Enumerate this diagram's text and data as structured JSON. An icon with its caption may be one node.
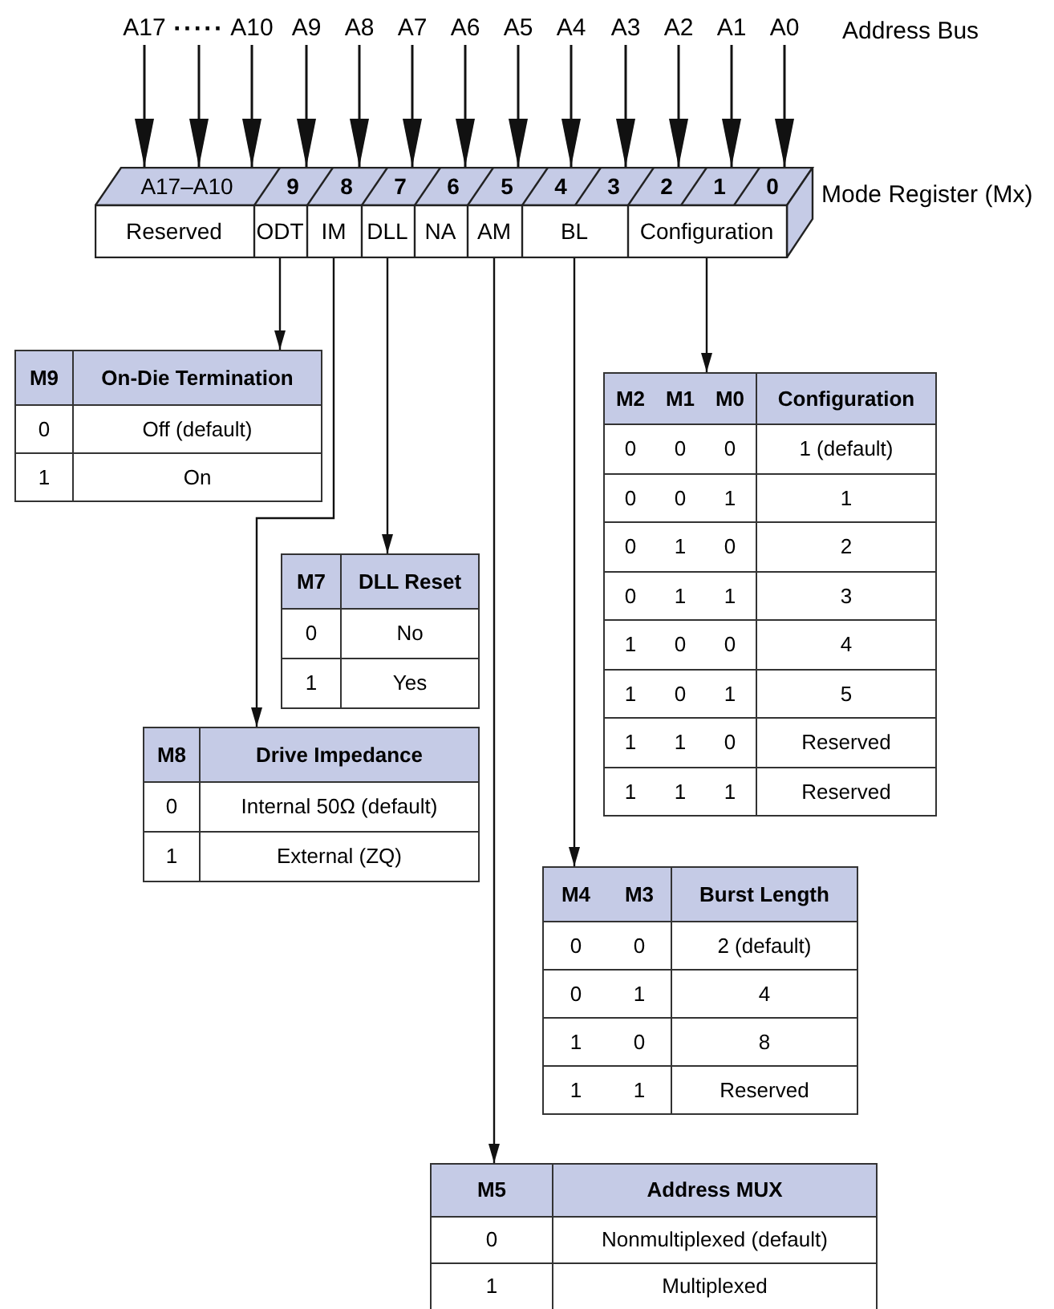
{
  "diagram": {
    "nodes": [
      {
        "text": [
          "A17"
        ]
      },
      {
        "text": [
          "A10"
        ]
      },
      {
        "text": [
          "A9"
        ]
      },
      {
        "text": [
          "A8"
        ]
      },
      {
        "text": [
          "A7"
        ]
      },
      {
        "text": [
          "A6"
        ]
      },
      {
        "text": [
          "A5"
        ]
      },
      {
        "text": [
          "A4"
        ]
      },
      {
        "text": [
          "A3"
        ]
      },
      {
        "text": [
          "A2"
        ]
      },
      {
        "text": [
          "A1"
        ]
      },
      {
        "text": [
          "A0"
        ]
      },
      {
        "text": [
          "Mode Register (Mx)"
        ]
      },
      {
        "text": [
          "A17–A10"
        ]
      },
      {
        "text": [
          "9"
        ]
      },
      {
        "text": [
          "8"
        ]
      },
      {
        "text": [
          "7"
        ]
      },
      {
        "text": [
          "6"
        ]
      },
      {
        "text": [
          "5"
        ]
      },
      {
        "text": [
          "4"
        ]
      },
      {
        "text": [
          "3"
        ]
      },
      {
        "text": [
          "2"
        ]
      },
      {
        "text": [
          "1"
        ]
      },
      {
        "text": [
          "0"
        ]
      },
      {
        "text": [
          "Reserved"
        ],
        "in": 12
      },
      {
        "text": [
          "ODT"
        ],
        "in": 12
      },
      {
        "text": [
          "IM"
        ],
        "in": 12
      },
      {
        "text": [
          "DLL"
        ],
        "in": 12
      },
      {
        "text": [
          "NA"
        ],
        "in": 12
      },
      {
        "text": [
          "AM"
        ],
        "in": 12
      },
      {
        "text": [
          "BL"
        ],
        "in": 12
      },
      {
        "text": [
          "Configuration"
        ],
        "in": 12
      },
      {
        "text": [
          "M9",
          "On-Die Termination",
          "0",
          "Off (default)",
          "1",
          "On"
        ]
      },
      {
        "text": [
          "M2",
          "M1",
          "M0",
          "Configuration",
          "0",
          "0",
          "0",
          "1 (default)",
          "0",
          "0",
          "1",
          "1",
          "0",
          "1",
          "0",
          "2",
          "0",
          "1",
          "1",
          "3",
          "1",
          "0",
          "0",
          "4",
          "1",
          "0",
          "1",
          "5",
          "1",
          "1",
          "0",
          "Reserved",
          "1",
          "1",
          "1",
          "Reserved"
        ]
      },
      {
        "text": [
          "M7",
          "DLL Reset",
          "0",
          "No",
          "1",
          "Yes"
        ]
      },
      {
        "text": [
          "M8",
          "Drive Impedance",
          "0",
          "Internal 50Ω (default)",
          "1",
          "External (ZQ)"
        ]
      },
      {
        "text": [
          "M4",
          "M3",
          "Burst Length",
          "0",
          "0",
          "2 (default)",
          "0",
          "1",
          "4",
          "1",
          "0",
          "8",
          "1",
          "1",
          "Reserved"
        ]
      },
      {
        "text": [
          "M5",
          "Address MUX",
          "0",
          "Nonmultiplexed (default)",
          "1",
          "Multiplexed"
        ]
      },
      {
        "text": [
          "·····"
        ]
      }
    ],
    "edges": [
      {
        "from": 0,
        "to": 13,
        "arrow": "to"
      },
      {
        "from": 38,
        "to": 13,
        "arrow": "to"
      },
      {
        "from": 1,
        "to": 13,
        "arrow": "to"
      },
      {
        "from": 2,
        "to": 14,
        "arrow": "to"
      },
      {
        "from": 3,
        "to": 15,
        "arrow": "to"
      },
      {
        "from": 4,
        "to": 16,
        "arrow": "to"
      },
      {
        "from": 5,
        "to": 17,
        "arrow": "to"
      },
      {
        "from": 6,
        "to": 18,
        "arrow": "to"
      },
      {
        "from": 7,
        "to": 19,
        "arrow": "to"
      },
      {
        "from": 8,
        "to": 20,
        "arrow": "to"
      },
      {
        "from": 9,
        "to": 21,
        "arrow": "to"
      },
      {
        "from": 10,
        "to": 22,
        "arrow": "to"
      },
      {
        "from": 11,
        "to": 23,
        "arrow": "to"
      },
      {
        "from": 25,
        "to": 32,
        "arrow": "to"
      },
      {
        "from": 26,
        "to": 35,
        "arrow": "to"
      },
      {
        "from": 27,
        "to": 34,
        "arrow": "to"
      },
      {
        "from": 29,
        "to": 37,
        "arrow": "to"
      },
      {
        "from": 30,
        "to": 36,
        "arrow": "to"
      },
      {
        "from": 31,
        "to": 33,
        "arrow": "to"
      }
    ],
    "labels": [
      "Address Bus"
    ]
  }
}
